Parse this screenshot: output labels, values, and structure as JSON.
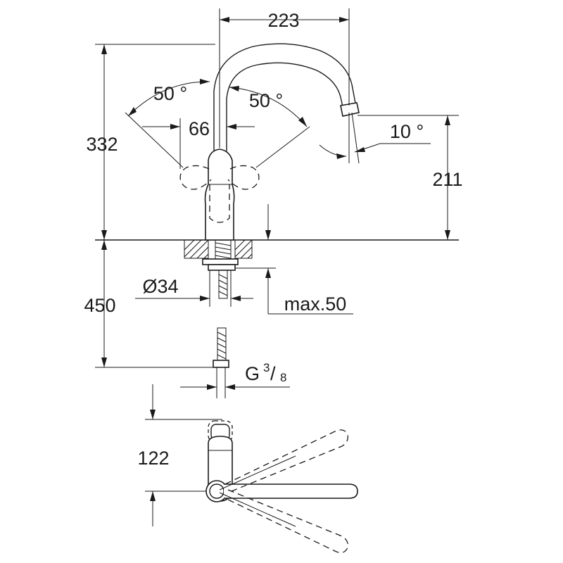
{
  "dimensions": {
    "spout_reach": "223",
    "total_height": "332",
    "lever_angle_left": "50 °",
    "lever_angle_right": "50 °",
    "lever_spacing": "66",
    "spout_tilt": "10 °",
    "spout_height": "211",
    "hole_diameter": "Ø34",
    "counter_thickness": "max.50",
    "hose_length": "450",
    "thread_size_prefix": "G",
    "thread_size_numerator": "3",
    "thread_size_denominator": "8",
    "top_view_length": "122"
  }
}
